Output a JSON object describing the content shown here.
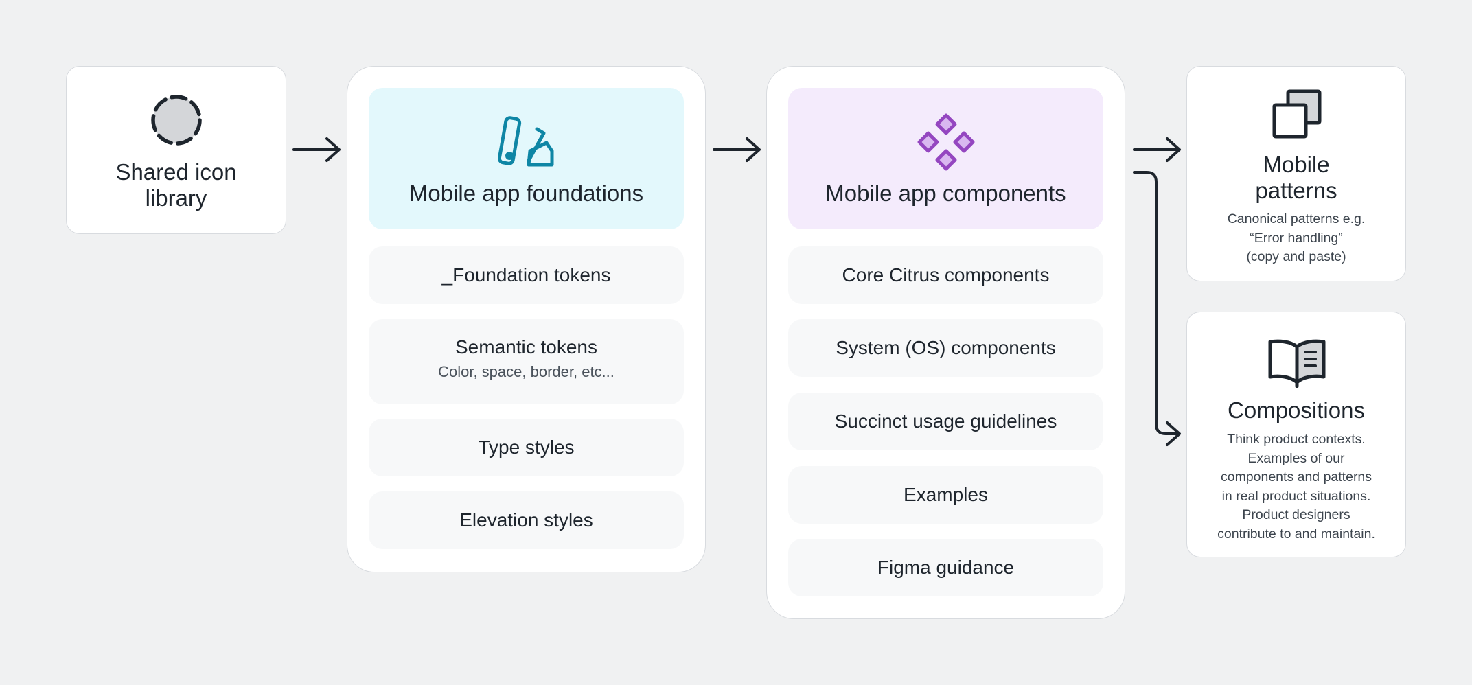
{
  "shared_icon_library": {
    "title": "Shared icon\nlibrary",
    "icon": "dashed-circle-icon"
  },
  "foundations": {
    "title": "Mobile app foundations",
    "icon": "swatch-book-icon",
    "accent_bg": "#e3f8fc",
    "accent_color": "#0e86a5",
    "items": [
      {
        "label": "_Foundation tokens"
      },
      {
        "label": "Semantic tokens",
        "sub": "Color, space, border, etc..."
      },
      {
        "label": "Type styles"
      },
      {
        "label": "Elevation styles"
      }
    ]
  },
  "components": {
    "title": "Mobile app components",
    "icon": "component-diamonds-icon",
    "accent_bg": "#f4ebfc",
    "accent_color": "#9446c0",
    "items": [
      {
        "label": "Core Citrus components"
      },
      {
        "label": "System (OS) components"
      },
      {
        "label": "Succinct usage guidelines"
      },
      {
        "label": "Examples"
      },
      {
        "label": "Figma guidance"
      }
    ]
  },
  "patterns": {
    "title": "Mobile\npatterns",
    "icon": "copy-squares-icon",
    "description": "Canonical patterns e.g.\n“Error handling”\n(copy and paste)"
  },
  "compositions": {
    "title": "Compositions",
    "icon": "open-book-icon",
    "description": "Think product contexts.\nExamples of our\ncomponents and patterns\nin real product situations.\nProduct designers\ncontribute to and maintain."
  },
  "colors": {
    "background": "#f0f1f2",
    "card": "#ffffff",
    "item_bg": "#f7f8f9",
    "text": "#1e252d",
    "arrow": "#1e252d"
  }
}
